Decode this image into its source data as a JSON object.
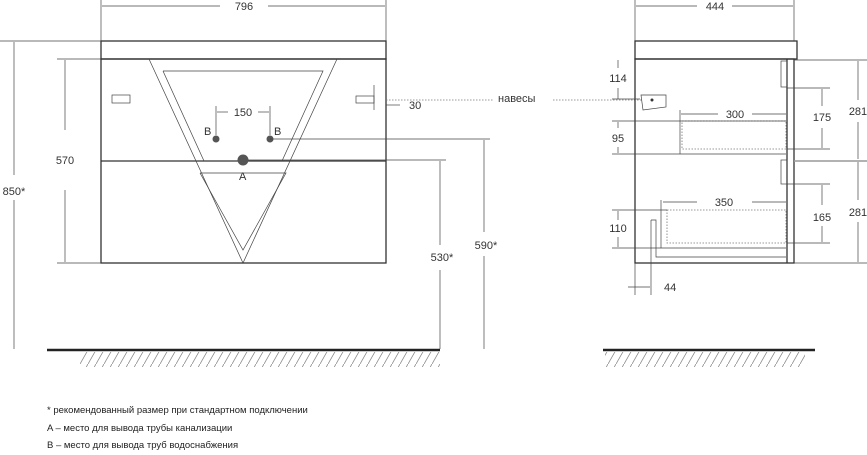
{
  "front_view": {
    "width": "796",
    "height_total": "850*",
    "body_height": "570",
    "hole_spacing": "150",
    "hinge_offset": "30",
    "drain_height": "530*",
    "supply_height": "590*",
    "label_a": "A",
    "label_b": "B"
  },
  "hinges_label": "навесы",
  "side_view": {
    "depth": "444",
    "dim_114": "114",
    "dim_95": "95",
    "dim_300": "300",
    "dim_350": "350",
    "dim_110": "110",
    "dim_44": "44",
    "dim_175": "175",
    "dim_165": "165",
    "drawer_top": "281",
    "drawer_bottom": "281"
  },
  "notes": [
    "* рекомендованный размер при стандартном подключении",
    "A – место для вывода трубы канализации",
    "B – место для вывода труб водоснабжения"
  ]
}
